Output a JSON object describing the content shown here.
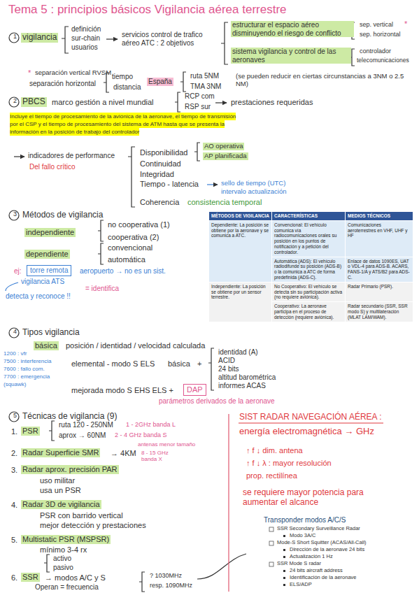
{
  "diagram": {
    "title": "Tema 5 : principios básicos Vigilancia aérea terrestre",
    "nodes": [
      {
        "text": [
          "torre remota"
        ]
      },
      {
        "text": [
          "DAP"
        ]
      }
    ],
    "labels": [
      "1",
      "vigilancia",
      "definición",
      "sur-chain",
      "usuarios",
      "servicios control de trafico aéreo ATC : 2 objetivos",
      "estructurar el espacio aéreo disminuyendo el riesgo de conflicto",
      "sistema vigilancia y control de las aeronaves",
      "sep. vertical",
      "*",
      "sep. horizontal",
      "controlador",
      "telecomunicaciones",
      "*",
      "separación vertical RVSM",
      "separación horizontal",
      "tiempo",
      "distancia",
      "España",
      "ruta 5NM",
      "TMA 3NM",
      "(se pueden reducir en ciertas circunstancias a 3NM o 2.5 NM)",
      "2",
      "PBCS",
      "marco gestión a nivel mundial",
      "RCP com",
      "RSP sur",
      "prestaciones requeridas",
      "Incluye el tiempo de procesamiento de la aviónica de la aeronave, el tiempo de transmisión por el CSP y el tiempo de procesamiento del sistema de ATM hasta que se presenta la información en la posición de trabajo del controlador",
      "indicadores de performance",
      "Del fallo crítico",
      "Disponibilidad",
      "AO operativa",
      "AP planificada",
      "Continuidad",
      "Integridad",
      "Tiempo - latencia",
      "sello de tiempo (UTC)",
      "intervalo actualización",
      "Coherencia",
      "consistencia temporal",
      "3",
      "Métodos de vigilancia",
      "independiente",
      "no cooperativa (1)",
      "cooperativa (2)",
      "dependiente",
      "convencional",
      "automática",
      "ej:",
      "aeropuerto → no es un sist.",
      "vigilancia ATS",
      "= identifica",
      "detecta y reconoce !!",
      "MÉTODOS DE VIGILANCIA",
      "CARACTERÍSTICAS",
      "MEDIOS TÉCNICOS",
      "Dependiente: La posición se obtiene por la aeronave y se comunica a ATC.",
      "Convencional: El vehículo comunica vía radiocomunicaciones orales su posición en los puntos de notificación y a petición del controlador.",
      "Comunicaciones aeroterrestres en VHF, UHF y HF",
      "Automática (ADS): El vehículo radiodifunde su posición (ADS-B) o la comunica a ATC de forma predefinida (ADS-C).",
      "Enlace de datos 1090ES, UAT o VDL-4 para ADS-B. ACARS, FANS-1/A y ATS/B2 para ADS-C.",
      "Independiente: La posición se obtiene por un sensor terrestre.",
      "No Cooperativo: El vehículo se detecta sin su participación activa (no requiere aviónica).",
      "Radar Primario (PSR).",
      "Cooperativo: La aeronave participa en el proceso de detección (requiere aviónica).",
      "Radar secundario (SSR, SSR modo S) y multilateración (MLAT LAM/WAM).",
      "4",
      "Tipos vigilancia",
      "básica",
      "posición / identidad / velocidad calculada",
      "1200 : vfr",
      "7500 : interferencia",
      "7600 : fallo com.",
      "7700 : emergencia",
      "(squawk)",
      "elemental - modo S ELS",
      "básica",
      "+",
      "identidad (A)",
      "ACID",
      "24 bits",
      "altitud barométrica",
      "informes ACAS",
      "mejorada modo S EHS ELS +",
      "parámetros derivados de la aeronave",
      "5",
      "Técnicas de vigilancia (9)",
      "1.",
      "PSR",
      "ruta 120 - 250NM",
      "1 - 2GHz banda L",
      "aprox → 60NM",
      "2 - 4 GHz banda S",
      "2.",
      "Radar Superficie SMR",
      "→ 4KM",
      "antenas menor tamaño",
      "8 - 15 GHz banda X",
      "3.",
      "Radar aprox. precisión PAR",
      "uso militar",
      "usa un PSR",
      "4.",
      "Radar 3D de vigilancia",
      "PSR con barrido vertical",
      "mejor detección y prestaciones",
      "5.",
      "Multistatic PSR (MSPSR)",
      "mínimo 3-4 rx",
      "activo",
      "pasivo",
      "6.",
      "SSR",
      "→ modos A/C y S",
      "Operan = frecuencia",
      "? 1030MHz",
      "resp. 1090MHz",
      "SIST RADAR NAVEGACIÓN AÉREA :",
      "energía electromagnética → GHz",
      "↑ f ↓ dim. antena",
      "↑ f ↓ λ : mayor resolución",
      "prop. rectilínea",
      "se requiere mayor potencia para aumentar el alcance",
      "Transponder modos A/C/S",
      "SSR Secondary Surveillance Radar",
      "Modo 3A/C",
      "Mode-S Short Squitter (ACAS/All-Call)",
      "Dirección de la aeronave 24 bits",
      "Actualización 1 Hz",
      "SSR Mode S radar",
      "24 bits aircraft address",
      "Identificación de la aeronave",
      "ELS/ADP"
    ]
  }
}
